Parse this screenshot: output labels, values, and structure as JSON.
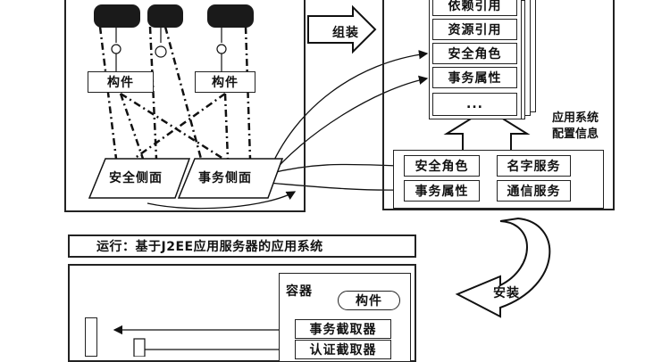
{
  "left_panel": {
    "component_labels": [
      "构件",
      "构件"
    ],
    "aspects": [
      "安全侧面",
      "事务侧面"
    ]
  },
  "assemble_label": "组装",
  "config_stack": {
    "items": [
      "依赖引用",
      "资源引用",
      "安全角色",
      "事务属性",
      "..."
    ],
    "caption_line1": "应用系统",
    "caption_line2": "配置信息",
    "services": [
      "安全角色",
      "名字服务",
      "事务属性",
      "通信服务"
    ]
  },
  "runtime": {
    "title": "运行：基于J2EE应用服务器的应用系统",
    "container_label": "容器",
    "component_label": "构件",
    "interceptors": [
      "事务截取器",
      "认证截取器"
    ]
  },
  "install_label": "安装"
}
